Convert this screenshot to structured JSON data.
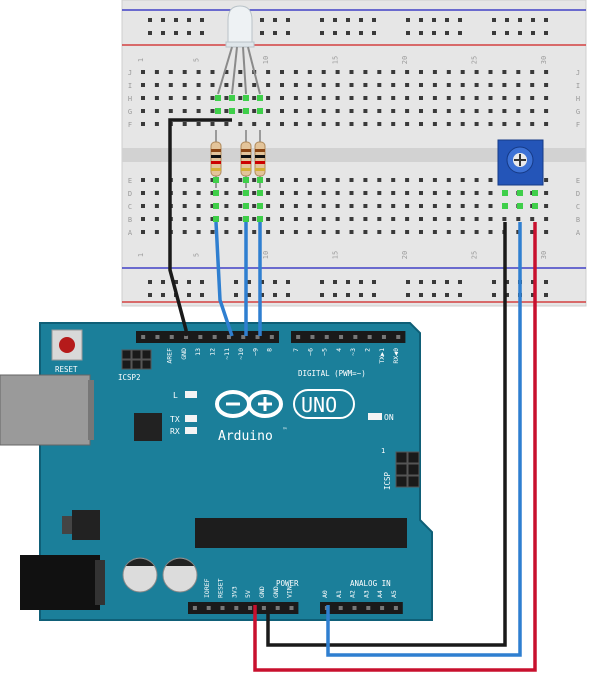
{
  "breadboard": {
    "column_numbers": [
      "1",
      "5",
      "10",
      "15",
      "20",
      "25",
      "30"
    ],
    "row_letters_top": [
      "J",
      "I",
      "H",
      "G",
      "F"
    ],
    "row_letters_bottom": [
      "E",
      "D",
      "C",
      "B",
      "A"
    ]
  },
  "arduino": {
    "logo_text": "UNO",
    "brand_text": "Arduino",
    "tm": "™",
    "reset_label": "RESET",
    "icsp2_label": "ICSP2",
    "icsp_label": "ICSP",
    "led_l_label": "L",
    "tx_label": "TX",
    "rx_label": "RX",
    "on_label": "ON",
    "digital_label": "DIGITAL (PWM=~)",
    "power_label": "POWER",
    "analog_label": "ANALOG IN",
    "digital_pins": [
      "AREF",
      "GND",
      "13",
      "12",
      "~11",
      "~10",
      "~9",
      "8",
      "7",
      "~6",
      "~5",
      "4",
      "~3",
      "2",
      "TX▶1",
      "RX◀0"
    ],
    "power_pins": [
      "IOREF",
      "RESET",
      "3V3",
      "5V",
      "GND",
      "GND",
      "VIN"
    ],
    "analog_pins": [
      "A0",
      "A1",
      "A2",
      "A3",
      "A4",
      "A5"
    ],
    "icsp_one": "1"
  },
  "colors": {
    "board": "#1b7f9a",
    "board_dark": "#0f5f77",
    "wire_black": "#1a1a1a",
    "wire_blue": "#2f7fd0",
    "wire_red": "#c8102e",
    "breadboard": "#e6e6e6",
    "rail_red": "#d02020",
    "rail_blue": "#2020c0"
  }
}
